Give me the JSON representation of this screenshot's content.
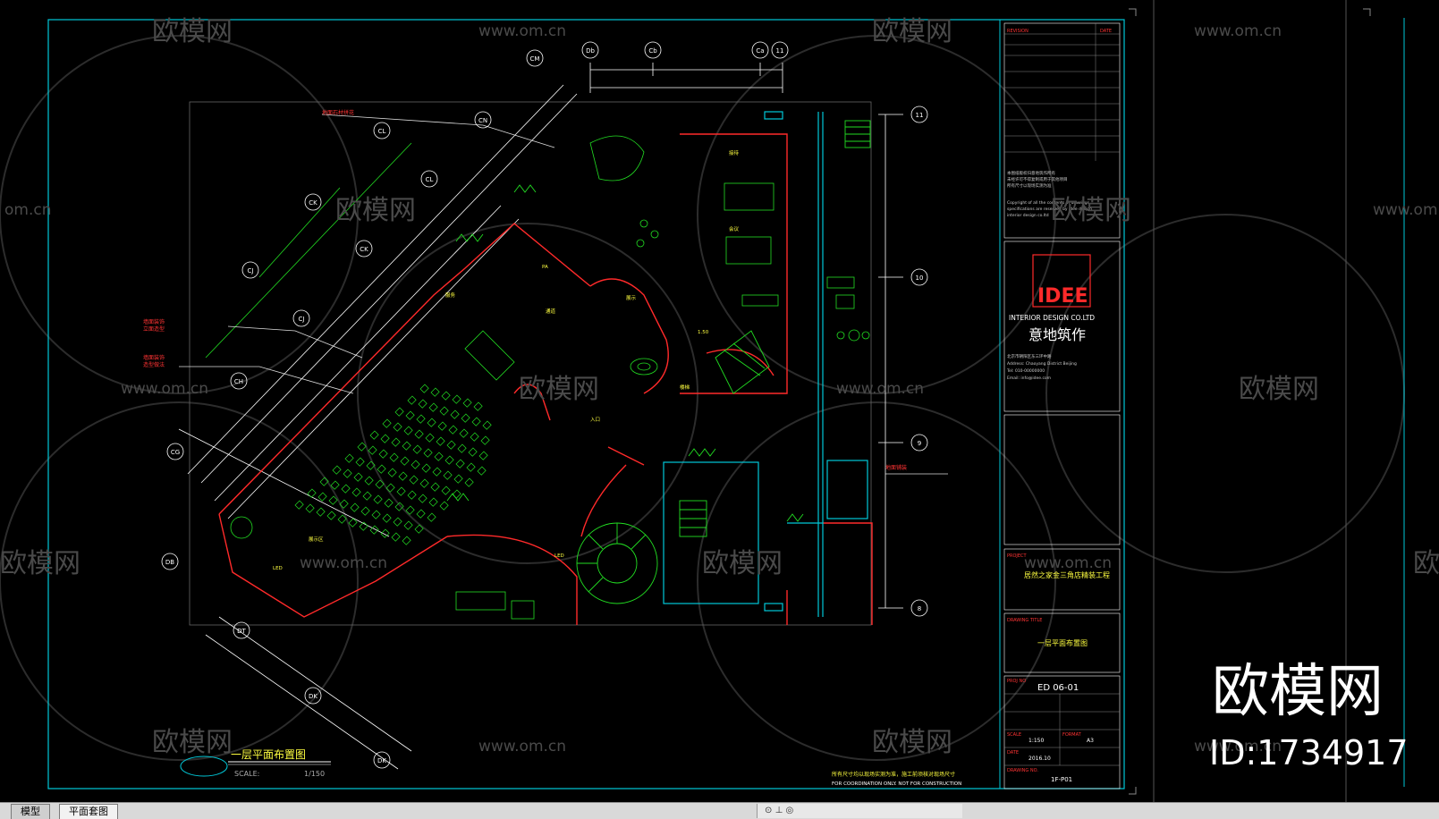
{
  "window": {
    "tabs": [
      {
        "label": "模型",
        "active": false
      },
      {
        "label": "平面套图",
        "active": true
      }
    ]
  },
  "watermarks": {
    "brand": "欧模网",
    "url": "www.om.cn",
    "url_short": "om.cn",
    "big_brand": "欧模网",
    "big_id": "ID:1734917"
  },
  "drawing": {
    "grid_labels_top": [
      "Db",
      "Cb",
      "Ca",
      "11"
    ],
    "grid_labels_right": [
      "11",
      "10",
      "9",
      "8"
    ],
    "grid_labels_diag": [
      "CM",
      "CN",
      "CL",
      "CL",
      "CK",
      "CK",
      "CJ",
      "CJ",
      "CH",
      "CG",
      "DB",
      "DT",
      "DK",
      "DK"
    ],
    "title": "一层平面布置图",
    "scale_label": "SCALE:",
    "scale_value": "1/150",
    "note": "所有尺寸均以现场实测为准，施工前须核对现场尺寸",
    "note_en": "FOR COORDINATION ONLY. NOT FOR CONSTRUCTION"
  },
  "title_block": {
    "revision_label": "REVISION",
    "date_label": "DATE",
    "logo_text": "IDEE",
    "company_en": "INTERIOR DESIGN CO.LTD",
    "company_cn": "意地筑作",
    "project_label": "PROJECT",
    "project_name": "居然之家金三角店精装工程",
    "drawing_title_label": "DRAWING TITLE",
    "drawing_title": "一层平面布置图",
    "project_no_label": "PROJ NO",
    "project_no": "ED 06-01",
    "scale_label": "SCALE",
    "scale": "1:150",
    "format_label": "FORMAT",
    "format": "A3",
    "date_field_label": "DATE",
    "date": "2016.10",
    "drawing_no_label": "DRAWING NO.",
    "drawing_no": "1F-P01"
  },
  "colors": {
    "frame": "#00c8d8",
    "wall": "#ff2a2a",
    "furniture": "#22dd22",
    "text": "#ffff40",
    "dim": "#ffffff",
    "watermark": "#4a4a4a"
  }
}
